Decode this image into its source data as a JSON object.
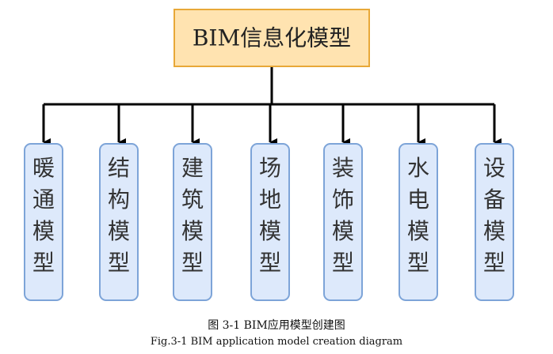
{
  "root": {
    "label": "BIM信息化模型"
  },
  "children": [
    {
      "label": "暖通模型"
    },
    {
      "label": "结构模型"
    },
    {
      "label": "建筑模型"
    },
    {
      "label": "场地模型"
    },
    {
      "label": "装饰模型"
    },
    {
      "label": "水电模型"
    },
    {
      "label": "设备模型"
    }
  ],
  "caption": {
    "chinese": "图 3-1 BIM应用模型创建图",
    "english": "Fig.3-1 BIM application model creation diagram"
  },
  "colors": {
    "root_fill": "#ffe3b0",
    "root_stroke": "#e8a838",
    "child_fill": "#dde9fb",
    "child_stroke": "#7da4d8",
    "connector": "#000000"
  }
}
